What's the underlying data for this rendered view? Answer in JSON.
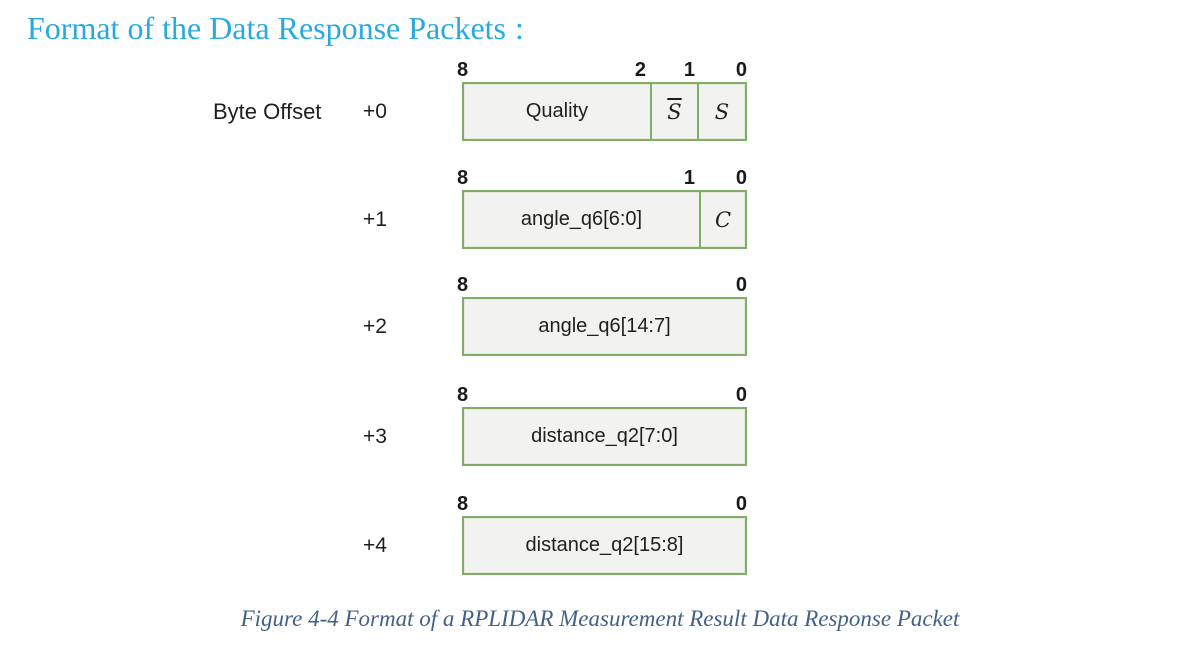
{
  "title": {
    "text": "Format of the Data Response Packets",
    "colon": ":"
  },
  "labels": {
    "byte_offset": "Byte Offset"
  },
  "caption": "Figure 4-4 Format of a RPLIDAR Measurement Result Data Response Packet",
  "colors": {
    "title_blue": "#29A9E1",
    "caption_blue": "#42608A",
    "box_border_green": "#83AC6B",
    "box_fill": "#F2F2F0",
    "text": "#1E1E1E"
  },
  "diagram": {
    "rows": [
      {
        "offset": "+0",
        "bits": [
          "8",
          "2",
          "1",
          "0"
        ],
        "cells": [
          {
            "label": "Quality"
          },
          {
            "label": "S",
            "overline": true
          },
          {
            "label": "S"
          }
        ]
      },
      {
        "offset": "+1",
        "bits": [
          "8",
          "1",
          "0"
        ],
        "cells": [
          {
            "label": "angle_q6[6:0]"
          },
          {
            "label": "C"
          }
        ]
      },
      {
        "offset": "+2",
        "bits": [
          "8",
          "0"
        ],
        "cells": [
          {
            "label": "angle_q6[14:7]"
          }
        ]
      },
      {
        "offset": "+3",
        "bits": [
          "8",
          "0"
        ],
        "cells": [
          {
            "label": "distance_q2[7:0]"
          }
        ]
      },
      {
        "offset": "+4",
        "bits": [
          "8",
          "0"
        ],
        "cells": [
          {
            "label": "distance_q2[15:8]"
          }
        ]
      }
    ]
  }
}
